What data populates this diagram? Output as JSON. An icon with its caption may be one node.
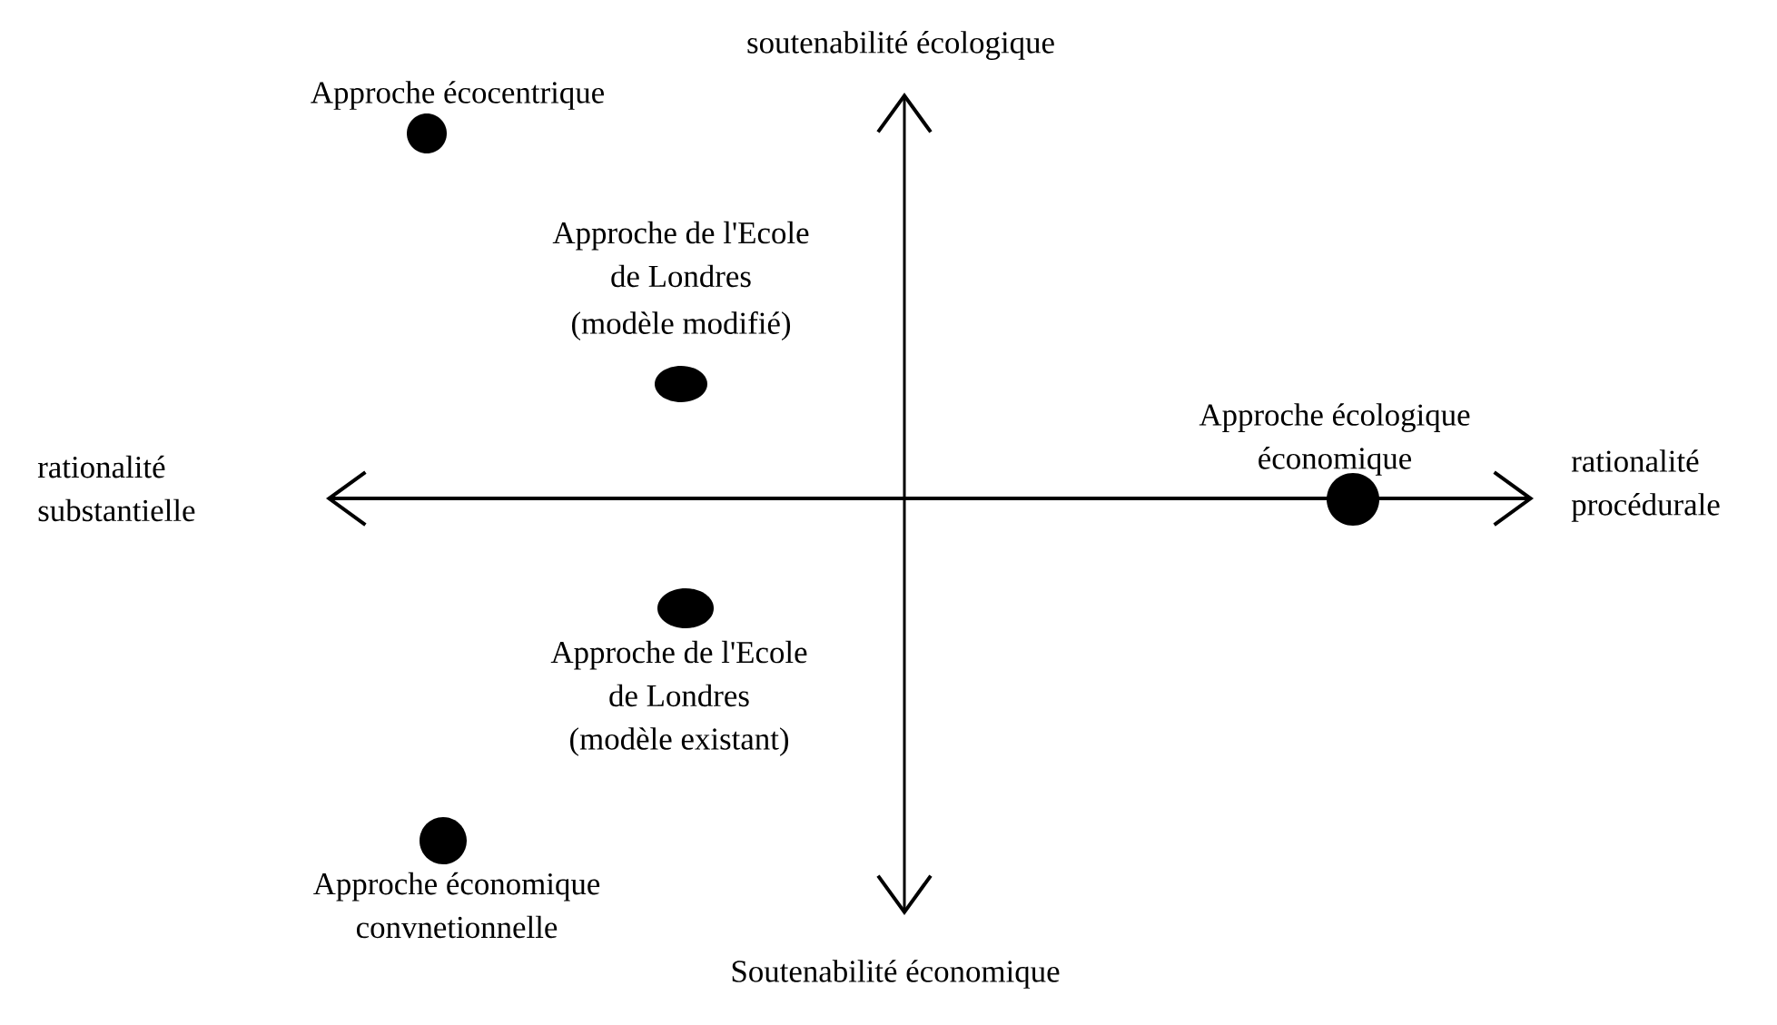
{
  "diagram": {
    "nodes": [
      {
        "text": [],
        "shape": "circle",
        "beside": [
          "Approche écocentrique"
        ]
      },
      {
        "text": [],
        "shape": "circle",
        "beside": [
          "Approche de l'Ecole de Londres",
          "(modèle modifié)"
        ]
      },
      {
        "text": [],
        "shape": "circle",
        "beside": [
          "Approche écologique économique"
        ]
      },
      {
        "text": [],
        "shape": "circle",
        "beside": [
          "Approche de l'Ecole de Londres",
          "(modèle existant)"
        ]
      },
      {
        "text": [],
        "shape": "circle",
        "beside": [
          "Approche économique convnetionnelle"
        ]
      }
    ],
    "labels": [
      "soutenabilité écologique",
      "rationalité substantielle",
      "rationalité procédurale",
      "Soutenabilité économique"
    ]
  }
}
